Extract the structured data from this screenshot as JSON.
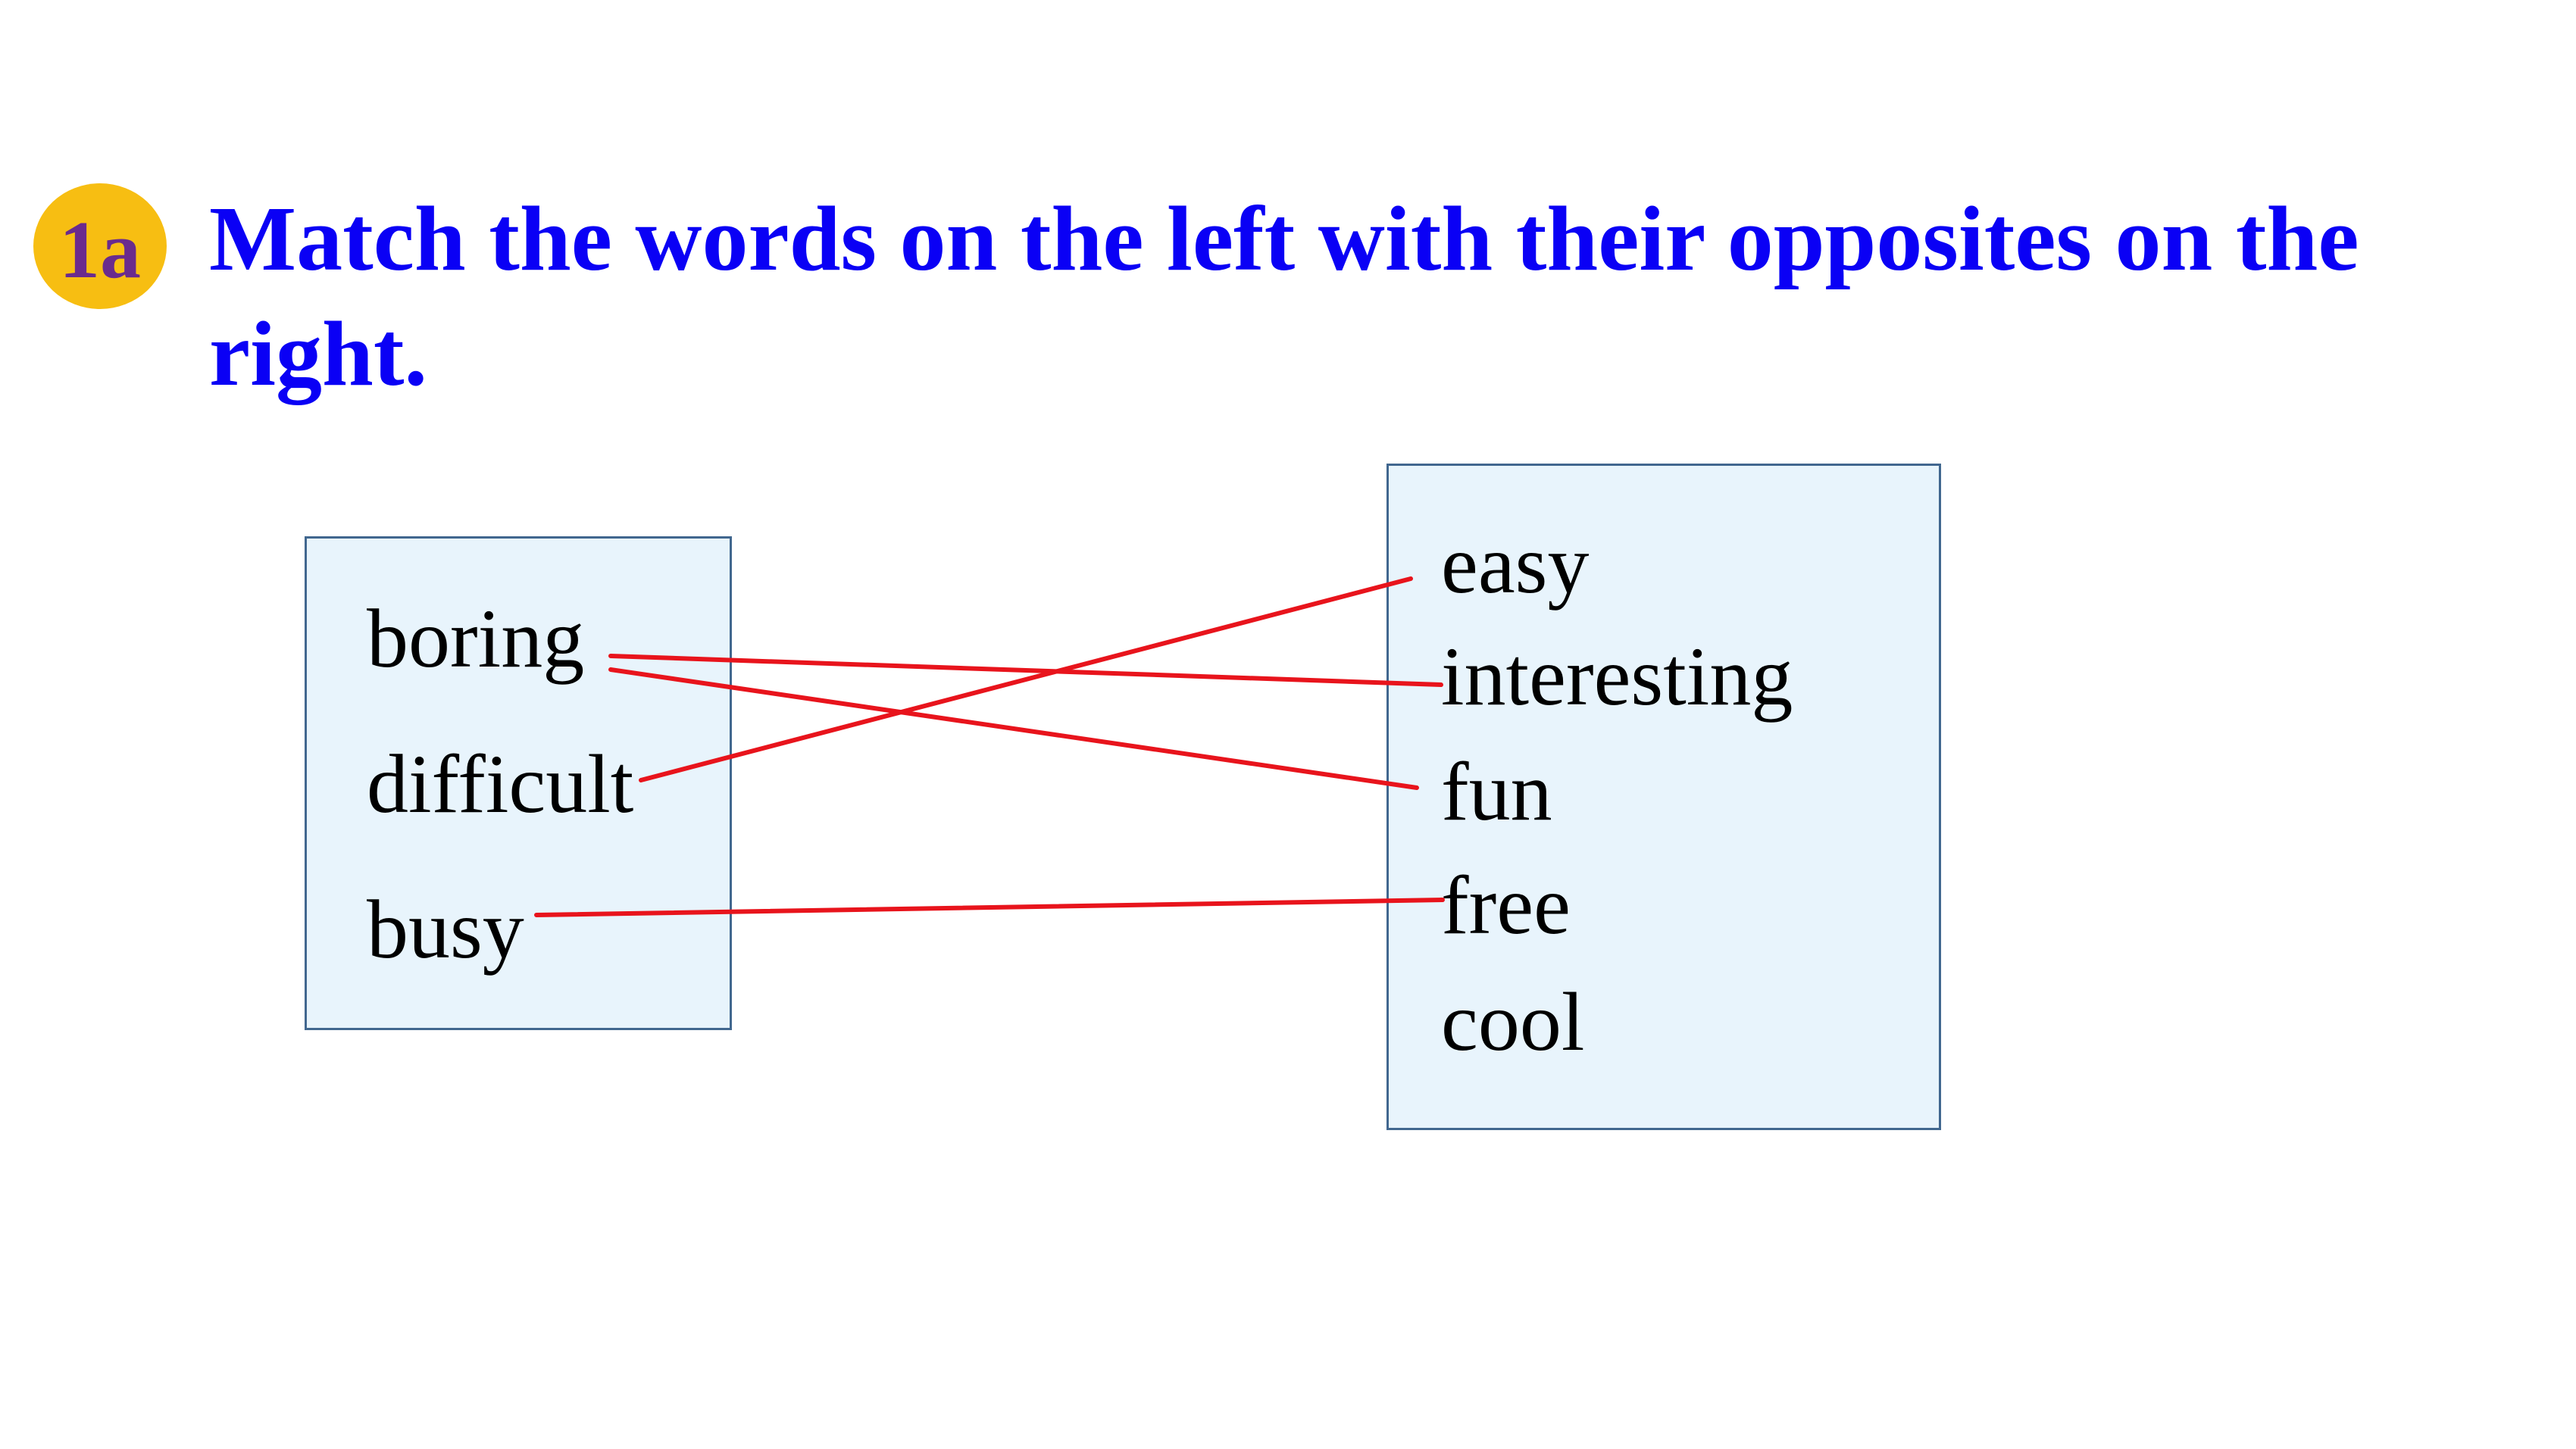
{
  "badge": {
    "label": "1a",
    "color": "#f7be12",
    "text_color": "#6a2b8d"
  },
  "instruction": {
    "text": "Match the words on the left with their opposites on the right.",
    "color": "#0a00f5"
  },
  "left_words": [
    "boring",
    "difficult",
    "busy"
  ],
  "right_words": [
    "easy",
    "interesting",
    "fun",
    "free",
    "cool"
  ],
  "matches": [
    {
      "left": "boring",
      "right": "interesting"
    },
    {
      "left": "boring",
      "right": "fun"
    },
    {
      "left": "difficult",
      "right": "easy"
    },
    {
      "left": "busy",
      "right": "free"
    }
  ],
  "line_color": "#e8141c",
  "box_fill": "#e8f4fc",
  "box_border": "#41678f"
}
